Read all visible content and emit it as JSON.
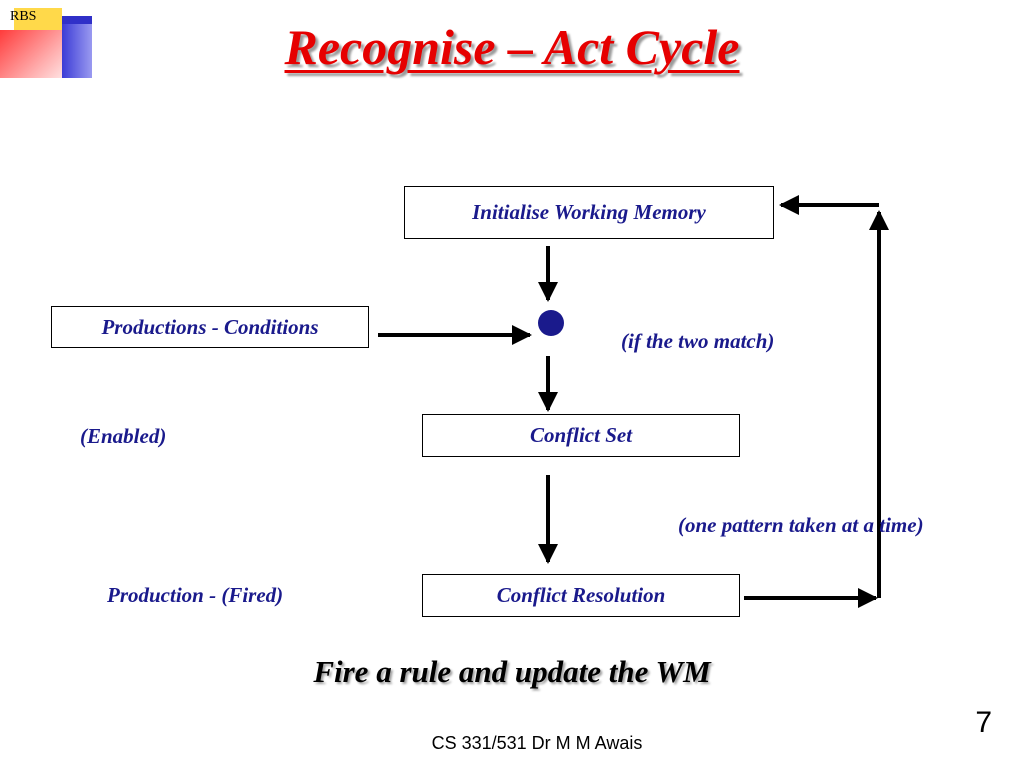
{
  "logo": {
    "text": "RBS"
  },
  "title": "Recognise – Act Cycle",
  "boxes": {
    "init": "Initialise Working Memory",
    "productions": "Productions - Conditions",
    "conflict_set": "Conflict Set",
    "conflict_resolution": "Conflict Resolution"
  },
  "labels": {
    "match": "(if the two match)",
    "enabled": "(Enabled)",
    "one_pattern": "(one pattern taken at a time)",
    "fired": "Production - (Fired)"
  },
  "bottom_note": "Fire a rule and update the WM",
  "footer": "CS 331/531 Dr M M Awais",
  "page_number": "7",
  "colors": {
    "title": "#e60000",
    "diagram_text": "#1a1a8c",
    "match_dot": "#1a1a8c"
  }
}
